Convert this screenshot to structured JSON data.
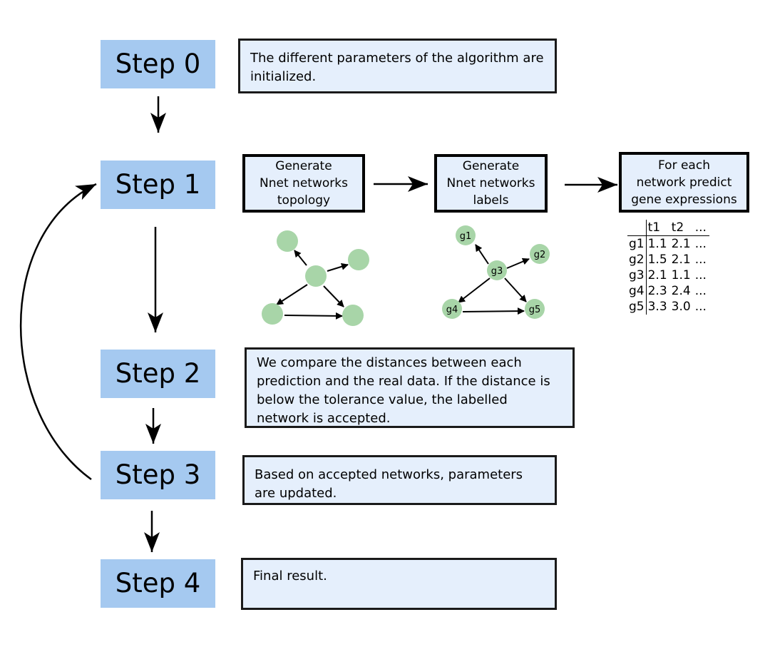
{
  "steps": [
    {
      "label": "Step 0",
      "description": "The different parameters of the algorithm are initialized."
    },
    {
      "label": "Step 1"
    },
    {
      "label": "Step 2",
      "description": "We compare the distances between each prediction and the real data. If the distance is below the tolerance value, the labelled network is accepted."
    },
    {
      "label": "Step 3",
      "description": "Based on accepted networks, parameters are updated."
    },
    {
      "label": "Step 4",
      "description": "Final result."
    }
  ],
  "process_boxes": [
    {
      "lines": [
        "Generate",
        "Nnet networks",
        "topology"
      ]
    },
    {
      "lines": [
        "Generate",
        "Nnet networks",
        "labels"
      ]
    },
    {
      "lines": [
        "For each",
        "network predict",
        "gene expressions"
      ]
    }
  ],
  "labelled_graph": {
    "nodes": [
      "g1",
      "g2",
      "g3",
      "g4",
      "g5"
    ]
  },
  "expression_table": {
    "columns": [
      "",
      "t1",
      "t2",
      "..."
    ],
    "rows": [
      [
        "g1",
        "1.1",
        "2.1",
        "..."
      ],
      [
        "g2",
        "1.5",
        "2.1",
        "..."
      ],
      [
        "g3",
        "2.1",
        "1.1",
        "..."
      ],
      [
        "g4",
        "2.3",
        "2.4",
        "..."
      ],
      [
        "g5",
        "3.3",
        "3.0",
        "..."
      ]
    ]
  },
  "colors": {
    "step_fill": "#a5c9f0",
    "box_fill": "#e5effc",
    "node_fill": "#a8d5a8"
  }
}
